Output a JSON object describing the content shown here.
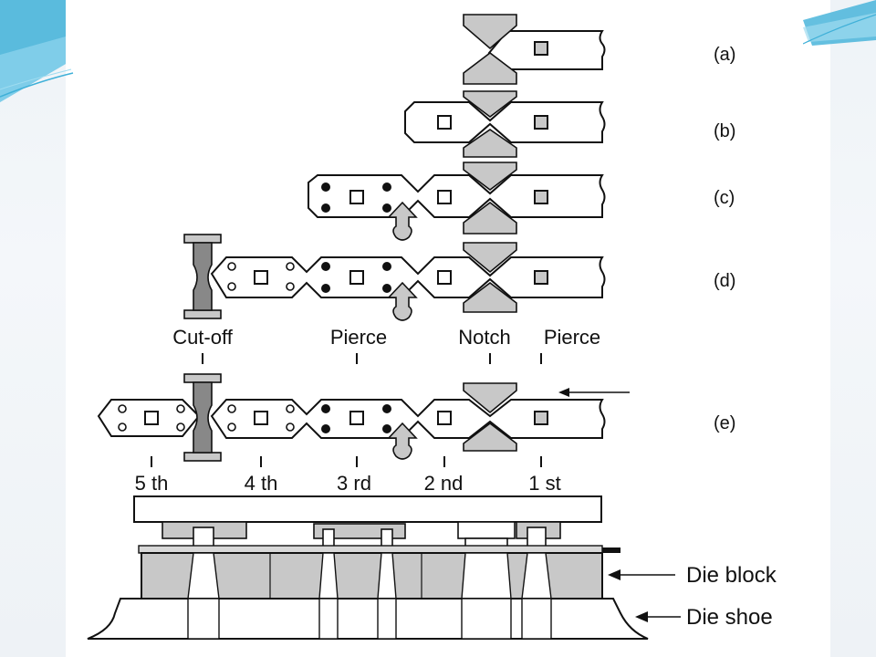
{
  "colors": {
    "accent_blue": "#3fb0d8",
    "accent_light": "#9fdcf0",
    "part_gray": "#c8c8c8",
    "line_black": "#111111"
  },
  "strip_labels": [
    "(a)",
    "(b)",
    "(c)",
    "(d)",
    "(e)"
  ],
  "station_ops": {
    "cutoff": "Cut-off",
    "pierce": "Pierce",
    "notch": "Notch",
    "pierce_first": "Pierce"
  },
  "stations": [
    "5 th",
    "4 th",
    "3 rd",
    "2 nd",
    "1 st"
  ],
  "die_labels": {
    "die_block": "Die block",
    "die_shoe": "Die shoe"
  }
}
